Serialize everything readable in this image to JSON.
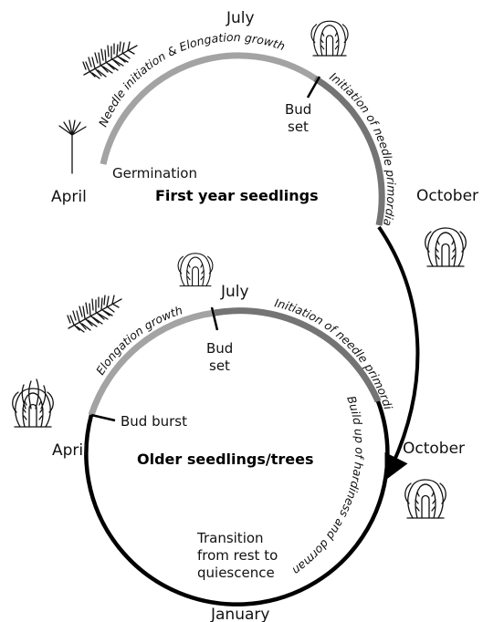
{
  "first_year": {
    "title": "First year seedlings",
    "months": {
      "top": "July",
      "left": "April",
      "right": "October"
    },
    "germination": "Germination",
    "bud_set": [
      "Bud",
      "set"
    ],
    "arc_elongation": "Needle initiation & Elongation growth",
    "arc_primordia": "Initiation of needle primordia"
  },
  "older": {
    "title": "Older seedlings/trees",
    "months": {
      "top": "July",
      "left": "April",
      "right": "October",
      "bottom": "January"
    },
    "bud_burst": "Bud burst",
    "bud_set": [
      "Bud",
      "set"
    ],
    "transition": [
      "Transition",
      "from rest to",
      "quiescence"
    ],
    "arc_elongation": "Elongation growth",
    "arc_primordia": "Initiation of needle primordia",
    "arc_hardiness": "Build up of hardiness and dormancy"
  },
  "colors": {
    "light_gray": "#a3a3a3",
    "mid_gray": "#747474",
    "black": "#000000"
  }
}
